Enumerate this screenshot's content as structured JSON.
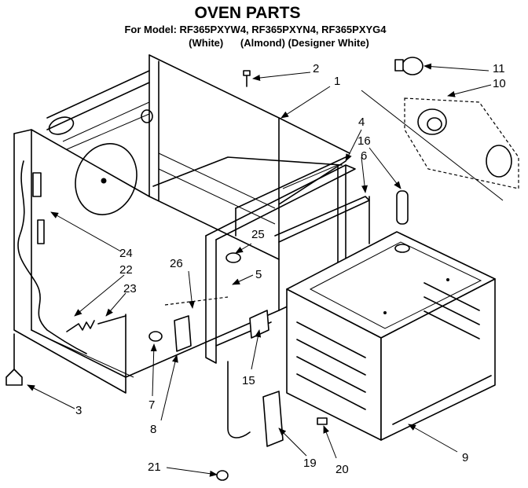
{
  "header": {
    "title": "OVEN PARTS",
    "models_line": "For Model: RF365PXYW4, RF365PXYN4, RF365PXYG4",
    "colors_line": "(White)      (Almond) (Designer White)"
  },
  "callouts": [
    {
      "key": "p1",
      "text": "1"
    },
    {
      "key": "p2",
      "text": "2"
    },
    {
      "key": "p3",
      "text": "3"
    },
    {
      "key": "p4",
      "text": "4"
    },
    {
      "key": "p5",
      "text": "5"
    },
    {
      "key": "p6",
      "text": "6"
    },
    {
      "key": "p7",
      "text": "7"
    },
    {
      "key": "p8",
      "text": "8"
    },
    {
      "key": "p9",
      "text": "9"
    },
    {
      "key": "p10",
      "text": "10"
    },
    {
      "key": "p11",
      "text": "11"
    },
    {
      "key": "p15",
      "text": "15"
    },
    {
      "key": "p16",
      "text": "16"
    },
    {
      "key": "p19",
      "text": "19"
    },
    {
      "key": "p20",
      "text": "20"
    },
    {
      "key": "p21",
      "text": "21"
    },
    {
      "key": "p22",
      "text": "22"
    },
    {
      "key": "p23",
      "text": "23"
    },
    {
      "key": "p24",
      "text": "24"
    },
    {
      "key": "p25",
      "text": "25"
    },
    {
      "key": "p26",
      "text": "26"
    }
  ]
}
